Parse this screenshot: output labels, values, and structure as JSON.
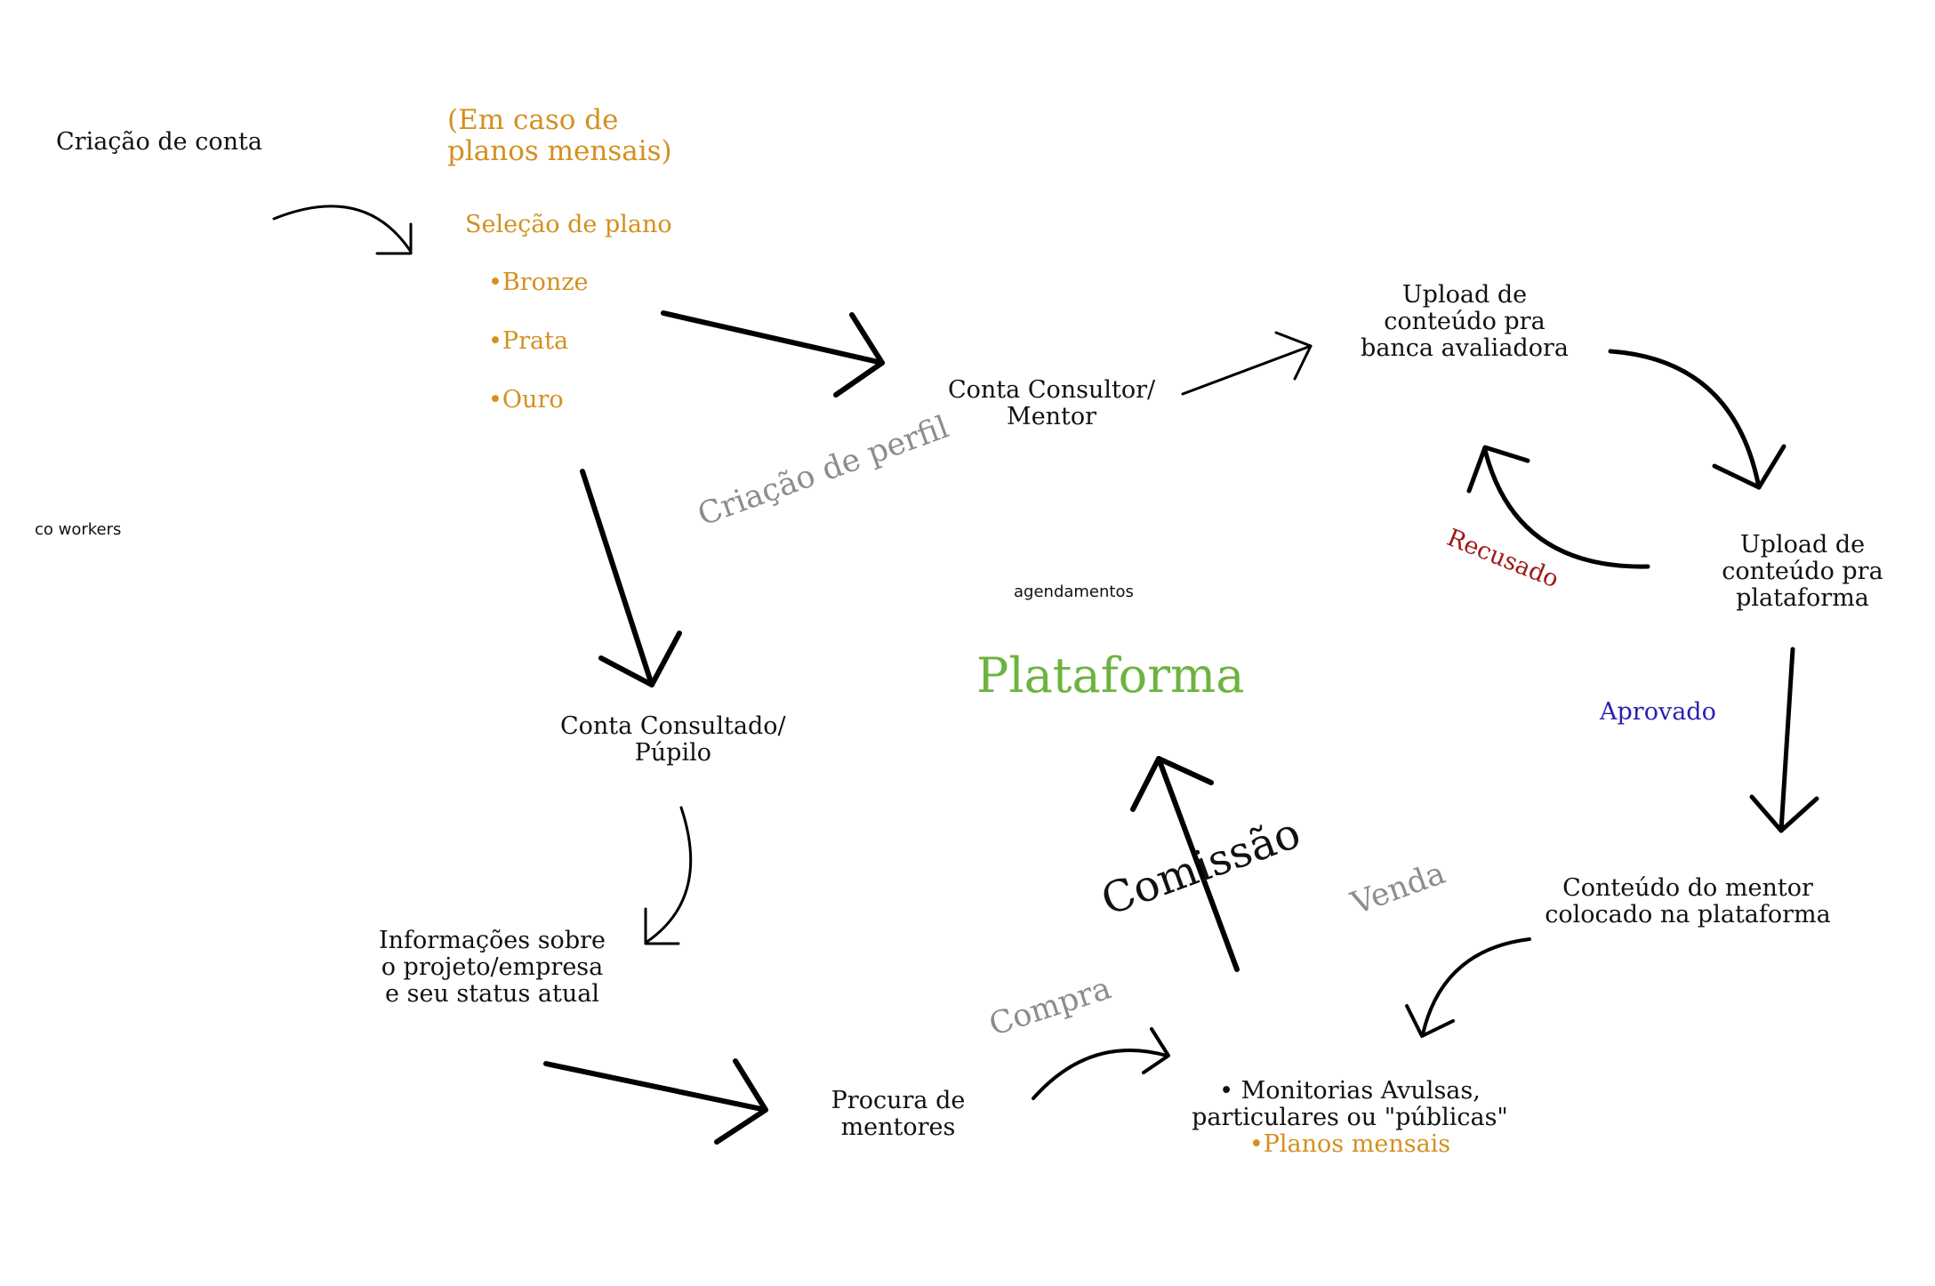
{
  "nodes": {
    "criacao_conta": "Criação de conta",
    "em_caso": [
      "(Em caso de",
      "planos mensais)"
    ],
    "selecao_plano": "Seleção de plano",
    "plano_bronze": "•Bronze",
    "plano_prata": "•Prata",
    "plano_ouro": "•Ouro",
    "conta_consultor": [
      "Conta Consultor/",
      "Mentor"
    ],
    "upload_banca": [
      "Upload de",
      "conteúdo pra",
      "banca avaliadora"
    ],
    "upload_plataforma": [
      "Upload de",
      "conteúdo pra",
      "plataforma"
    ],
    "co_workers": "co workers",
    "agendamentos": "agendamentos",
    "plataforma": "Plataforma",
    "conta_consultado": [
      "Conta Consultado/",
      "Púpilo"
    ],
    "informacoes": [
      "Informações sobre",
      "o projeto/empresa",
      "e seu status atual"
    ],
    "procura": [
      "Procura de",
      "mentores"
    ],
    "conteudo_mentor": [
      "Conteúdo do mentor",
      "colocado na plataforma"
    ],
    "monitorias": [
      "• Monitorias Avulsas,",
      "particulares ou \"públicas\""
    ],
    "planos_mensais": "•Planos mensais"
  },
  "edge_labels": {
    "criacao_perfil": "Criação de perfil",
    "recusado": "Recusado",
    "aprovado": "Aprovado",
    "venda": "Venda",
    "compra": "Compra",
    "comissao": "Comissão"
  },
  "colors": {
    "orange": "#d4901f",
    "green": "#6db33f",
    "gray": "#8c8c8c",
    "red": "#a01818",
    "blue": "#2a1fb0",
    "ink": "#111111"
  }
}
